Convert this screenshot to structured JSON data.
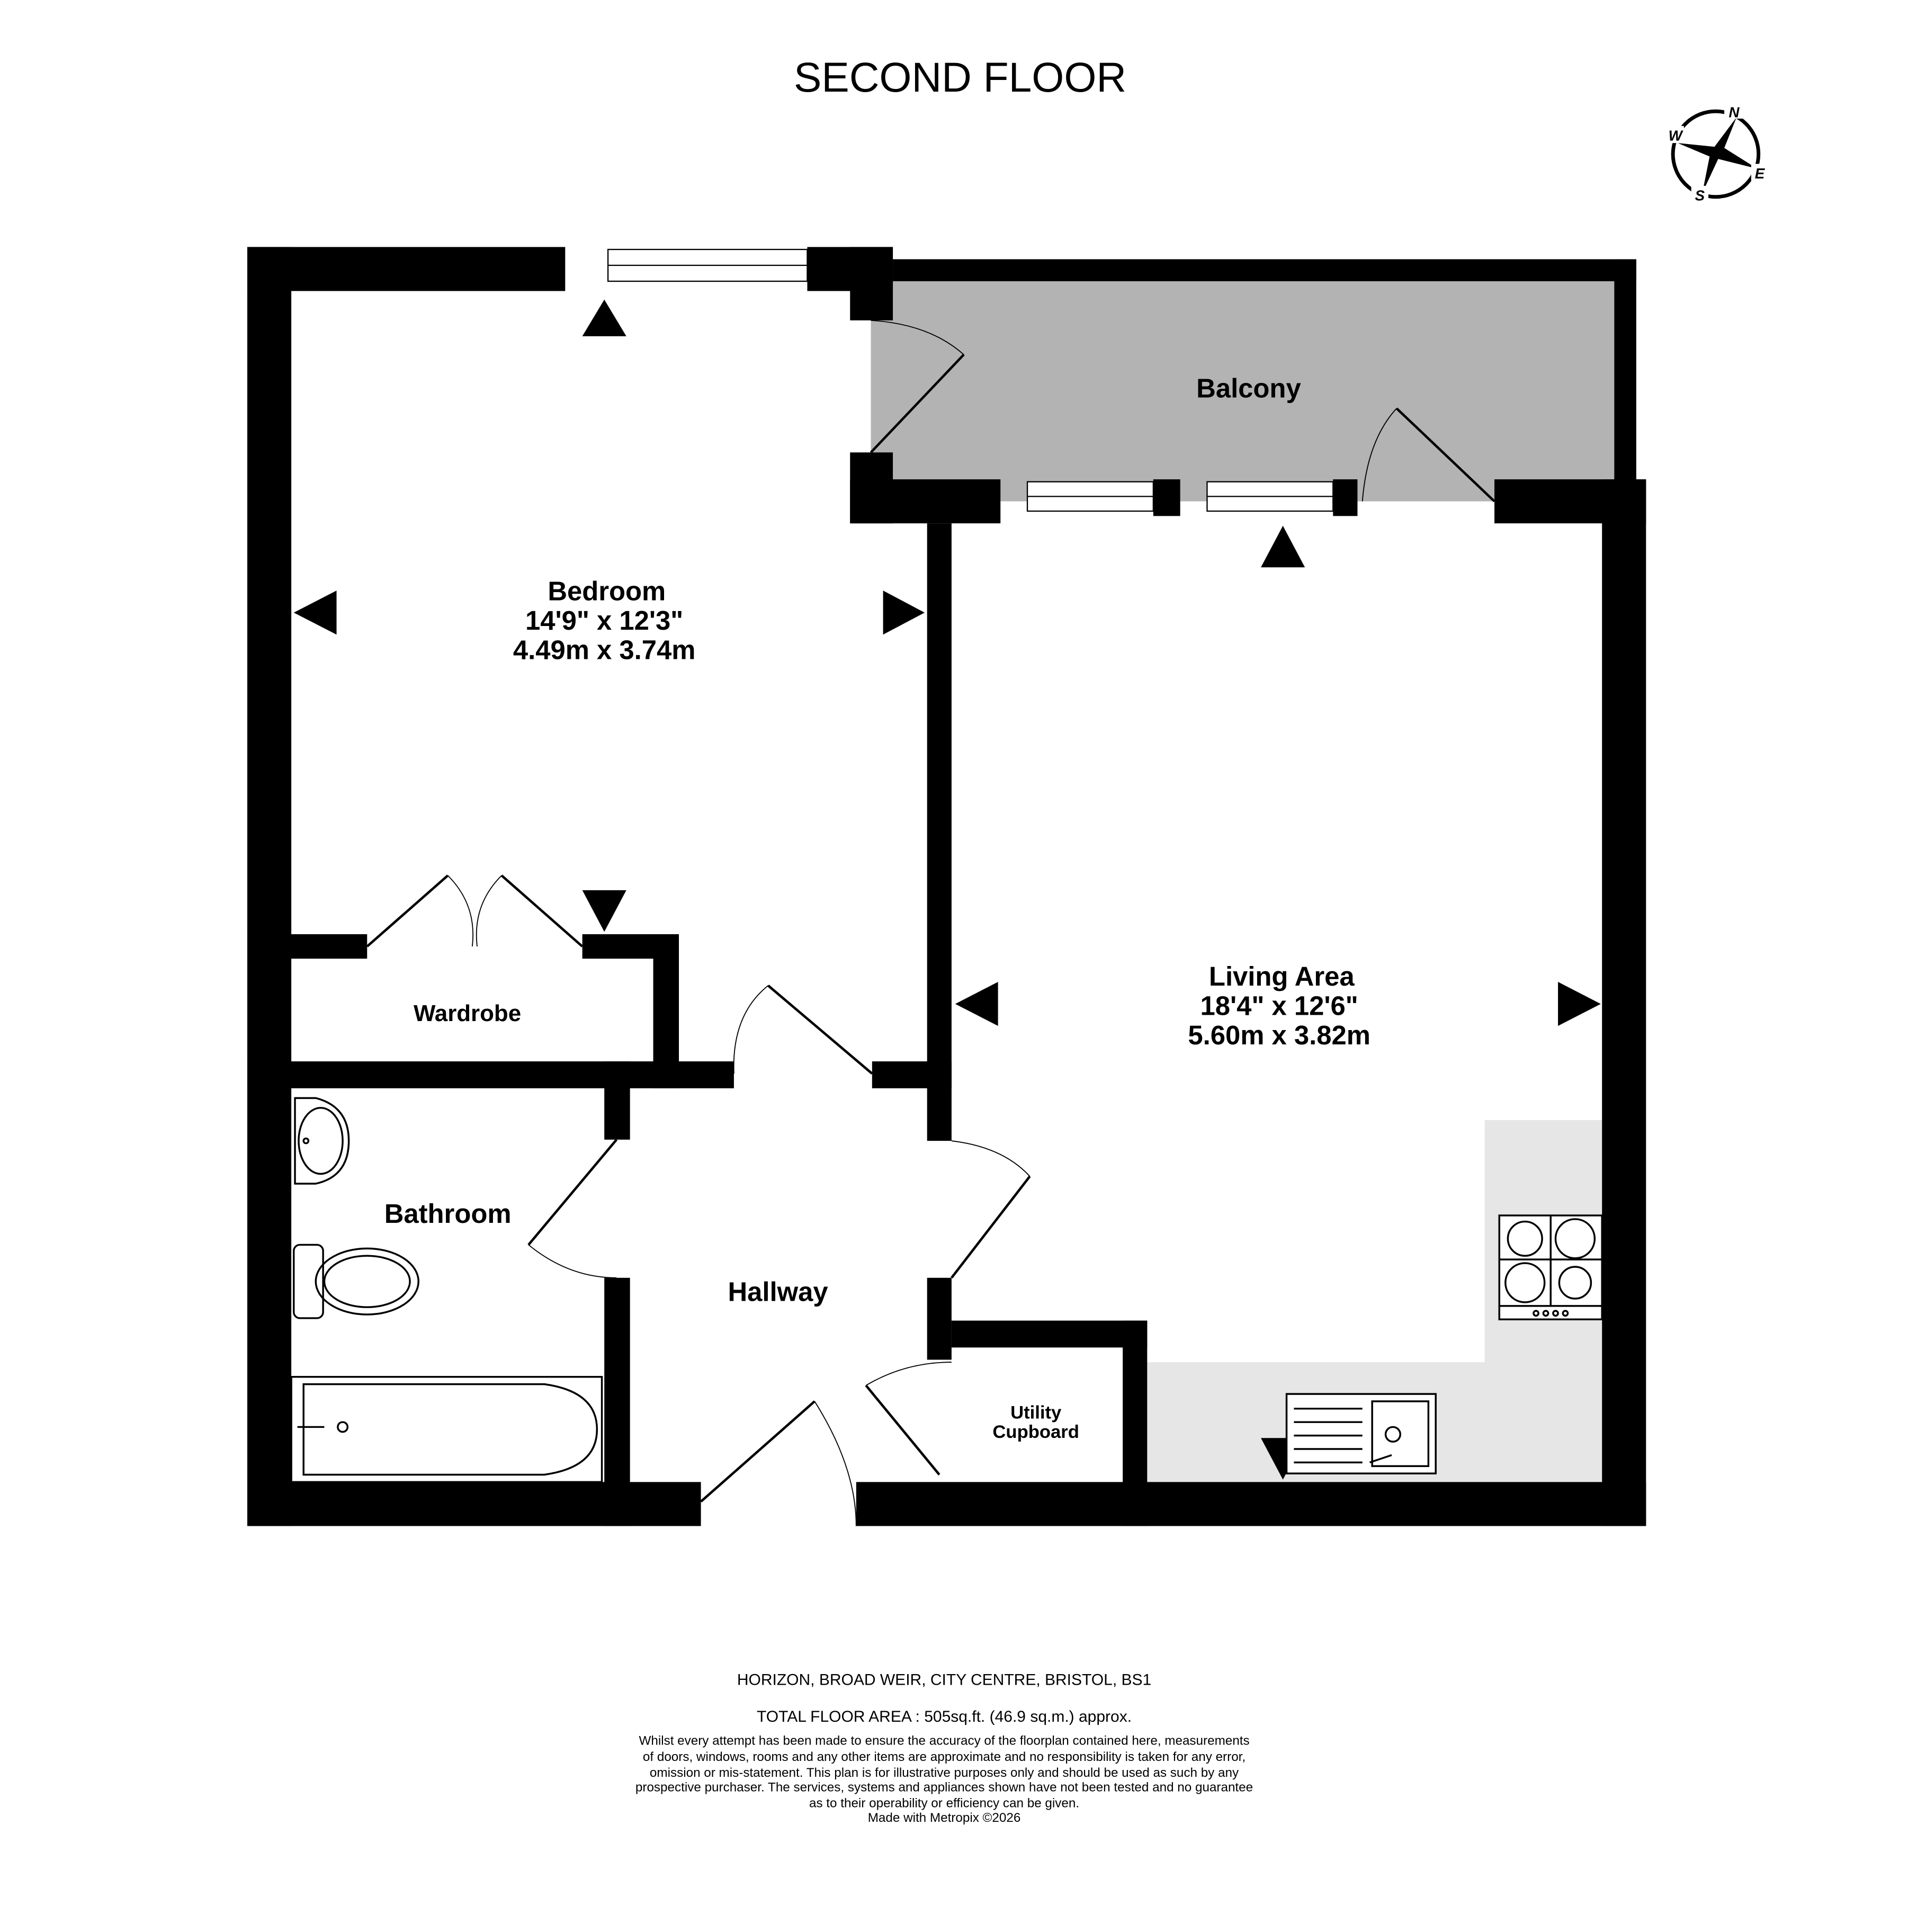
{
  "title": "SECOND FLOOR",
  "compass": {
    "n": "N",
    "e": "E",
    "s": "S",
    "w": "W"
  },
  "rooms": {
    "bedroom": {
      "name": "Bedroom",
      "imperial": "14'9\"  x 12'3\"",
      "metric": "4.49m  x 3.74m"
    },
    "living": {
      "name": "Living Area",
      "imperial": "18'4\"  x 12'6\"",
      "metric": "5.60m  x 3.82m"
    },
    "balcony": {
      "name": "Balcony"
    },
    "wardrobe": {
      "name": "Wardrobe"
    },
    "bathroom": {
      "name": "Bathroom"
    },
    "hallway": {
      "name": "Hallway"
    },
    "utility": {
      "line1": "Utility",
      "line2": "Cupboard"
    }
  },
  "footer": {
    "address": "HORIZON, BROAD WEIR, CITY CENTRE, BRISTOL, BS1",
    "area": "TOTAL FLOOR AREA : 505sq.ft. (46.9 sq.m.) approx.",
    "disclaimer": [
      "Whilst every attempt has been made to ensure the accuracy of the floorplan contained here, measurements",
      "of doors, windows, rooms and any other items are approximate and no responsibility is taken for any error,",
      "omission or mis-statement. This plan is for illustrative purposes only and should be used as such by any",
      "prospective purchaser. The services, systems and appliances shown have not been tested and no guarantee",
      "as to their operability or efficiency can be given."
    ],
    "credit": "Made with Metropix ©2026"
  },
  "colors": {
    "balcony": "#b3b3b3",
    "kitchen": "#e6e6e6",
    "wall": "#000000"
  }
}
